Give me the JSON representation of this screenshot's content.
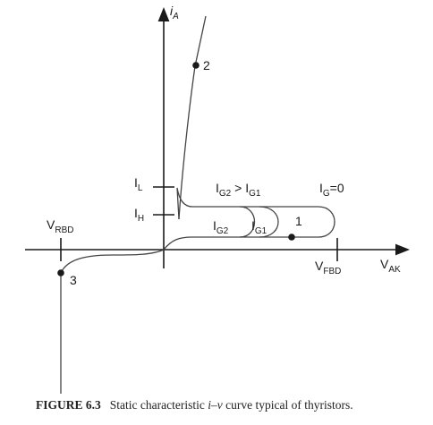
{
  "axes": {
    "y": {
      "main": "i",
      "sub": "A"
    },
    "x": {
      "main": "V",
      "sub": "AK"
    }
  },
  "y_ticks": {
    "latching": {
      "main": "I",
      "sub": "L"
    },
    "holding": {
      "main": "I",
      "sub": "H"
    }
  },
  "x_ticks": {
    "reverse_breakdown": {
      "main": "V",
      "sub": "RBD"
    },
    "forward_breakover": {
      "main": "V",
      "sub": "FBD"
    }
  },
  "curve_labels": {
    "ig2_gt_ig1": {
      "a": "I",
      "a_sub": "G2",
      "mid": " > ",
      "b": "I",
      "b_sub": "G1"
    },
    "ig_zero": {
      "main": "I",
      "sub": "G",
      "rest": "=0"
    },
    "ig2": {
      "main": "I",
      "sub": "G2"
    },
    "ig1": {
      "main": "I",
      "sub": "G1"
    }
  },
  "points": [
    "1",
    "2",
    "3"
  ],
  "caption": {
    "label": "FIGURE 6.3",
    "text_before": "Static characteristic ",
    "i": "i",
    "dash": "–",
    "v": "v",
    "text_after": " curve typical of thyristors."
  }
}
